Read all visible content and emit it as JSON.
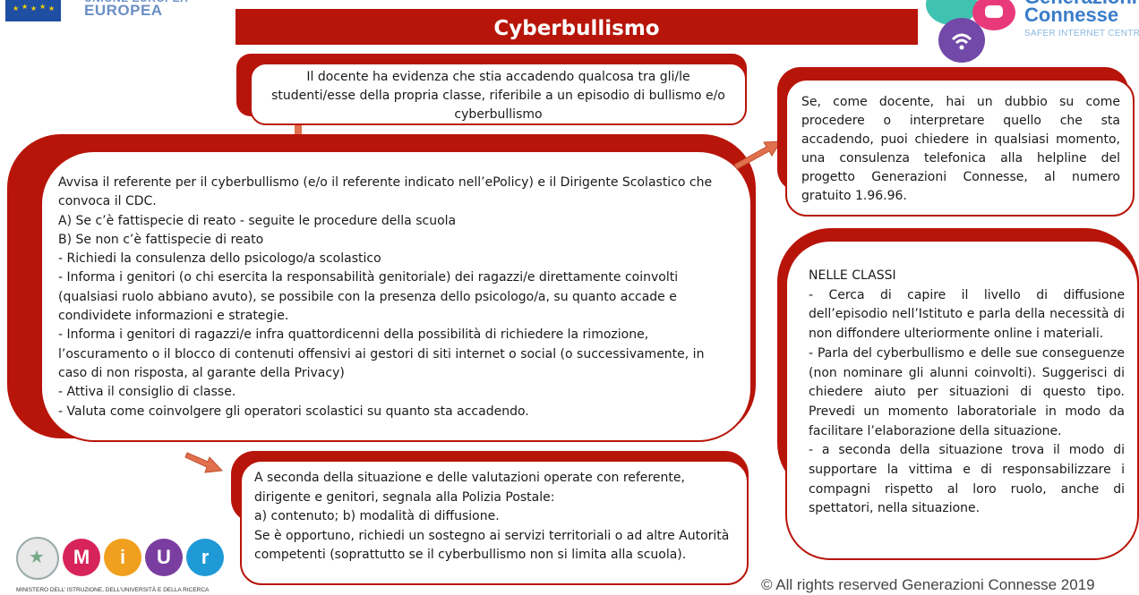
{
  "header": {
    "eu_logo_text_top": "UNIONE EUROPEA",
    "eu_logo_text": "EUROPEA",
    "title": "Cyberbullismo",
    "gc_logo_top": "Generazioni",
    "gc_logo_title": "Connesse",
    "gc_logo_subtitle": "SAFER INTERNET CENTRE"
  },
  "boxes": {
    "evidence": "Il docente ha evidenza che stia accadendo qualcosa tra gli/le studenti/esse della propria classe, riferibile a un episodio di bullismo e/o cyberbullismo",
    "actions": [
      "Avvisa il referente per il cyberbullismo (e/o il referente indicato nell’ePolicy) e il Dirigente Scolastico che convoca il CDC.",
      "A) Se c’è fattispecie di reato - seguite le procedure della scuola",
      "B) Se non c’è fattispecie di reato",
      "- Richiedi la consulenza dello psicologo/a scolastico",
      "- Informa i genitori (o chi esercita la responsabilità genitoriale) dei ragazzi/e direttamente coinvolti (qualsiasi ruolo abbiano avuto), se possibile con la presenza dello psicologo/a, su quanto accade e condividete informazioni e strategie.",
      "- Informa i genitori di ragazzi/e infra quattordicenni della possibilità di richiedere la rimozione, l’oscuramento o il blocco di contenuti offensivi ai gestori di siti internet o social (o successivamente, in caso di non risposta, al garante della Privacy)",
      "- Attiva il consiglio di classe.",
      "- Valuta come coinvolgere gli operatori scolastici su quanto sta accadendo."
    ],
    "helpline": "Se, come docente, hai un dubbio su come procedere o interpretare quello che sta accadendo, puoi chiedere in qualsiasi momento, una consulenza telefonica alla helpline del progetto Generazioni Connesse, al numero gratuito 1.96.96.",
    "classes_title": "NELLE CLASSI",
    "classes": [
      "- Cerca di capire il livello di diffusione dell’episodio nell’Istituto e parla della necessità di non diffondere ulteriormente online i materiali.",
      "- Parla del cyberbullismo e delle sue conseguenze (non nominare gli alunni coinvolti). Suggerisci di chiedere aiuto per situazioni di questo tipo. Prevedi un momento laboratoriale in modo da facilitare l’elaborazione della situazione.",
      "- a seconda della situazione trova il modo di supportare la vittima e di responsabilizzare i compagni rispetto al loro ruolo, anche di spettatori, nella situazione."
    ],
    "report": [
      "A seconda della situazione e delle valutazioni operate con referente, dirigente e genitori, segnala alla Polizia Postale:",
      "a) contenuto; b) modalità di diffusione.",
      "Se è opportuno, richiedi un sostegno ai servizi territoriali o ad altre Autorità competenti (soprattutto se il cyberbullismo non si limita alla scuola)."
    ]
  },
  "footer": {
    "miur_letters": [
      "M",
      "i",
      "U",
      "r"
    ],
    "miur_caption": "MINISTERO DELL’ ISTRUZIONE, DELL’UNIVERSITÀ E DELLA RICERCA",
    "copyright": "© All rights reserved Generazioni Connesse 2019"
  },
  "colors": {
    "primary_red": "#b8150a",
    "arrow": "#e0704e",
    "gc_blue": "#3a7dc9"
  }
}
